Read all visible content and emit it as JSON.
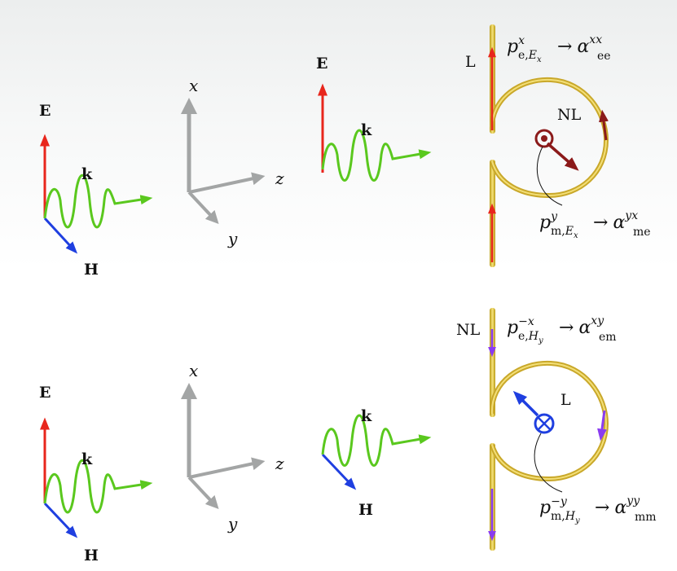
{
  "labels": {
    "E": "E",
    "H": "H",
    "k": "k",
    "x": "x",
    "y": "y",
    "z": "z",
    "L": "L",
    "NL": "NL"
  },
  "top_panel": {
    "dipole_top": {
      "base": "p",
      "sup": "x",
      "sub": "e,",
      "sub_var": "E",
      "sub_var_sub": "x",
      "arrow": "→",
      "alpha": "α",
      "alpha_sup": "xx",
      "alpha_sub": "ee"
    },
    "dipole_bottom": {
      "base": "p",
      "sup": "y",
      "sub": "m,",
      "sub_var": "E",
      "sub_var_sub": "x",
      "arrow": "→",
      "alpha": "α",
      "alpha_sup": "yx",
      "alpha_sub": "me"
    },
    "label_straight": "L",
    "label_loop": "NL"
  },
  "bottom_panel": {
    "dipole_top": {
      "base": "p",
      "sup": "−x",
      "sub": "e,",
      "sub_var": "H",
      "sub_var_sub": "y",
      "arrow": "→",
      "alpha": "α",
      "alpha_sup": "xy",
      "alpha_sub": "em"
    },
    "dipole_bottom": {
      "base": "p",
      "sup": "−y",
      "sub": "m,",
      "sub_var": "H",
      "sub_var_sub": "y",
      "arrow": "→",
      "alpha": "α",
      "alpha_sup": "yy",
      "alpha_sub": "mm"
    },
    "label_straight": "NL",
    "label_loop": "L"
  },
  "colors": {
    "E_field": "#e8261c",
    "H_field": "#1f3fe0",
    "k_wave": "#5ac81e",
    "axes": "#9a9c9c",
    "wire": "#e2c73a",
    "current_top": "#8b1a1a",
    "current_bottom": "#8a3cf0"
  }
}
